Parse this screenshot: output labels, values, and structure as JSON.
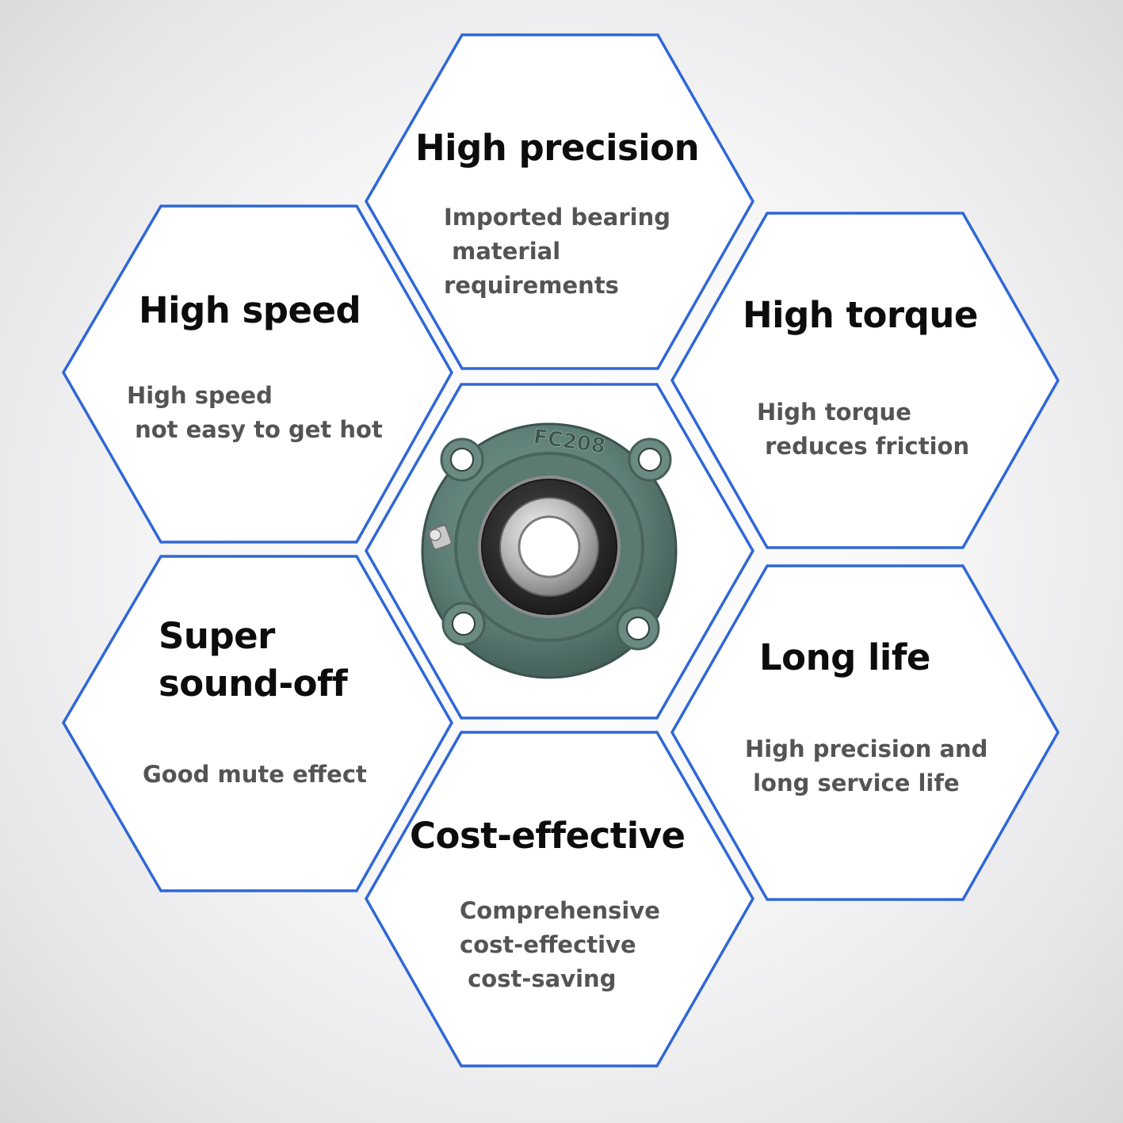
{
  "colors": {
    "hex_border": "#2f67d6",
    "hex_fill": "#ffffff",
    "title": "#0c0c0c",
    "desc": "#545454",
    "housing": "#5e7f77"
  },
  "center": {
    "image": "flange-bearing-unit-icon",
    "stamp": "FC208"
  },
  "features": {
    "high_precision": {
      "title": "High precision",
      "desc": [
        "Imported bearing",
        " material",
        "requirements"
      ]
    },
    "high_speed": {
      "title": "High speed",
      "desc": [
        "High speed",
        " not easy to get hot"
      ]
    },
    "high_torque": {
      "title": "High torque",
      "desc": [
        "High torque",
        " reduces friction"
      ]
    },
    "super_sound_off": {
      "title": [
        "Super",
        "sound-off"
      ],
      "desc": [
        "Good mute effect"
      ]
    },
    "long_life": {
      "title": "Long life",
      "desc": [
        "High precision and",
        " long service life"
      ]
    },
    "cost_effective": {
      "title": "Cost-effective",
      "desc": [
        "Comprehensive",
        "cost-effective",
        " cost-saving"
      ]
    }
  }
}
